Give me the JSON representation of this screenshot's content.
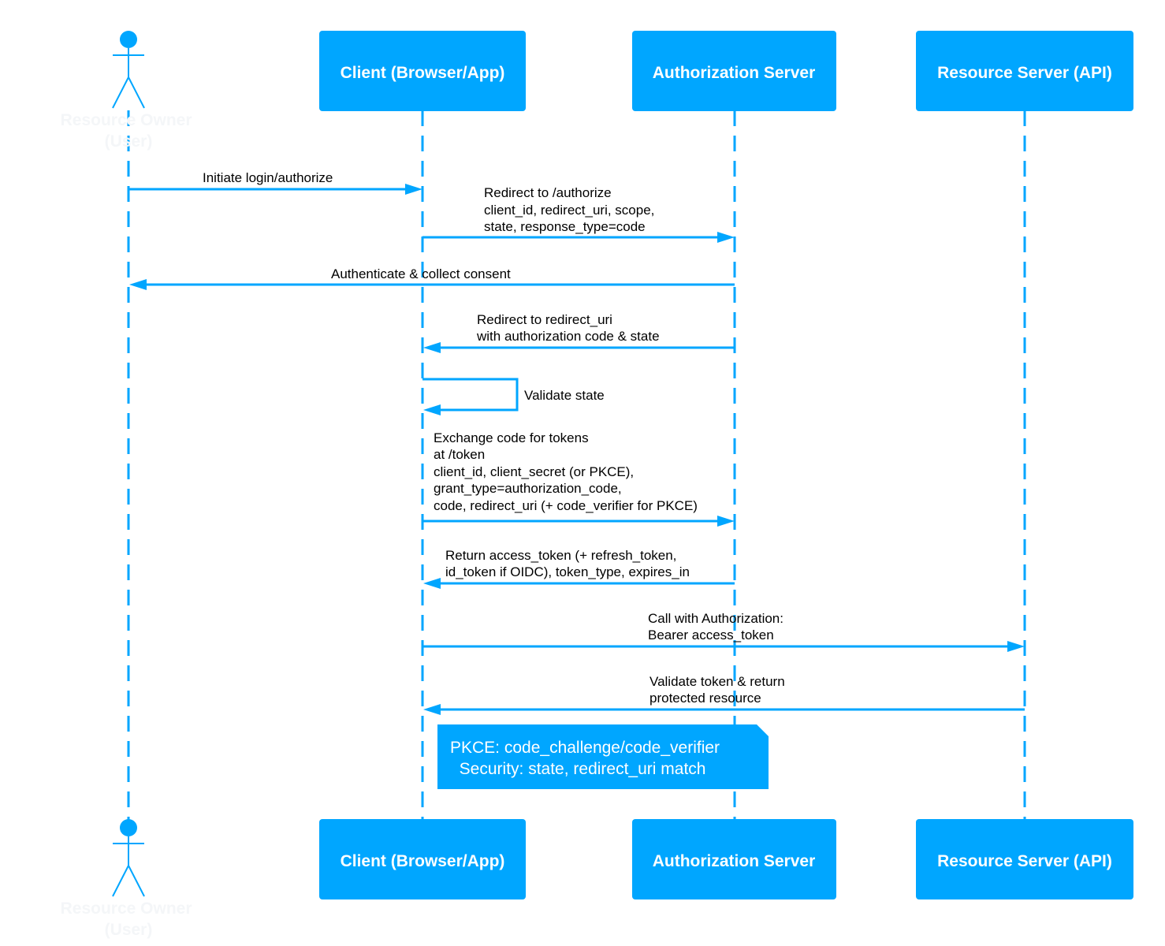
{
  "diagram": {
    "actor": {
      "name_lines": [
        "Resource Owner",
        "(User)"
      ]
    },
    "participants": [
      {
        "id": "client",
        "label": "Client (Browser/App)"
      },
      {
        "id": "auth",
        "label": "Authorization Server"
      },
      {
        "id": "resource",
        "label": "Resource Server (API)"
      }
    ],
    "messages": [
      {
        "from": "user",
        "to": "client",
        "label_lines": [
          "Initiate login/authorize"
        ]
      },
      {
        "from": "client",
        "to": "auth",
        "label_lines": [
          "Redirect to /authorize",
          "client_id, redirect_uri, scope,",
          "state, response_type=code"
        ]
      },
      {
        "from": "auth",
        "to": "user",
        "label_lines": [
          "Authenticate & collect consent"
        ]
      },
      {
        "from": "auth",
        "to": "client",
        "label_lines": [
          "Redirect to redirect_uri",
          "with authorization code & state"
        ]
      },
      {
        "from": "client",
        "to": "client",
        "label_lines": [
          "Validate state"
        ]
      },
      {
        "from": "client",
        "to": "auth",
        "label_lines": [
          "Exchange code for tokens",
          "at /token",
          "client_id, client_secret (or PKCE),",
          "grant_type=authorization_code,",
          "code, redirect_uri (+ code_verifier for PKCE)"
        ]
      },
      {
        "from": "auth",
        "to": "client",
        "label_lines": [
          "Return access_token (+ refresh_token,",
          "id_token if OIDC), token_type, expires_in"
        ]
      },
      {
        "from": "client",
        "to": "resource",
        "label_lines": [
          "Call with Authorization:",
          "Bearer access_token"
        ]
      },
      {
        "from": "resource",
        "to": "client",
        "label_lines": [
          "Validate token & return",
          "protected resource"
        ]
      }
    ],
    "note": {
      "label_lines": [
        "PKCE: code_challenge/code_verifier",
        "  Security: state, redirect_uri match"
      ]
    },
    "colors": {
      "accent": "#00a6ff",
      "text": "#000000",
      "box_text": "#ffffff"
    }
  }
}
